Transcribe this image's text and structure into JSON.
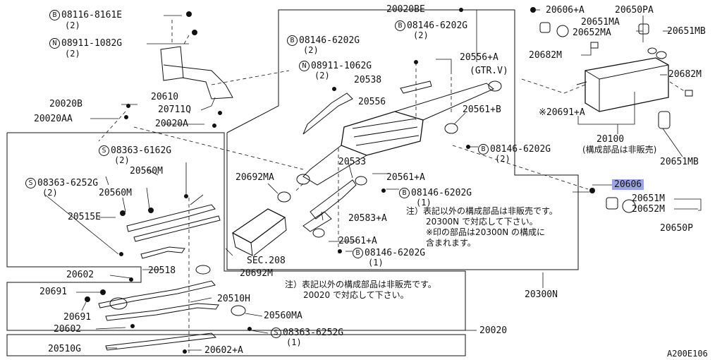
{
  "diagram_code": "A200E106",
  "labels": {
    "p08116": "08116-8161E",
    "p08116_q": "(2)",
    "p08911a": "08911-1082G",
    "p08911a_q": "(2)",
    "p20610": "20610",
    "p20711q": "20711Q",
    "p20020b": "20020B",
    "p20020aa": "20020AA",
    "p20020a": "20020A",
    "p20020be": "20020BE",
    "p08146a": "08146-6202G",
    "p08146a_q": "(2)",
    "p08911b": "08911-1062G",
    "p08911b_q": "(2)",
    "p20538": "20538",
    "p20556": "20556",
    "p08146b": "08146-6202G",
    "p08146b_q": "(2)",
    "p20556a": "20556+A",
    "p20556a_note": "(GTR.V)",
    "p20606a": "20606+A",
    "p20651ma_top": "20651MA",
    "p20650pa": "20650PA",
    "p20652ma_top": "20652MA",
    "p20651mb_top": "20651MB",
    "p20682m_a": "20682M",
    "p20682m_b": "20682M",
    "p20691a": "※20691+A",
    "p20561b": "20561+B",
    "p20100": "20100",
    "p20100_note": "(構成部品は非販売)",
    "p20651mb_bot": "20651MB",
    "p08146c": "08146-6202G",
    "p08146c_q": "(2)",
    "p08363a": "08363-6162G",
    "p08363a_q": "(2)",
    "p08363b": "08363-6252G",
    "p08363b_q": "(2)",
    "p20560m_a": "20560M",
    "p20560m_b": "20560M",
    "p20515e": "20515E",
    "p20692ma": "20692MA",
    "p20533": "20533",
    "p20561a_top": "20561+A",
    "p08146d": "08146-6202G",
    "p08146d_q": "(1)",
    "p20583a": "20583+A",
    "p20561a_bot": "20561+A",
    "p08146e": "08146-6202G",
    "p08146e_q": "(1)",
    "p20606": "20606",
    "p20651m": "20651M",
    "p20652m": "20652M",
    "p20650p": "20650P",
    "note1_l1": "注）表記以外の構成部品は非販売です。",
    "note1_l2": "20300N で対応して下さい。",
    "note1_l3": "※印の部品は20300N の構成に",
    "note1_l4": "含まれます。",
    "p20692m": "20692M",
    "psec208": "SEC.208",
    "p20300n": "20300N",
    "p20518": "20518",
    "p20602_a": "20602",
    "p20691_a": "20691",
    "p20691_b": "20691",
    "p20602_b": "20602",
    "p20510h": "20510H",
    "p20560ma": "20560MA",
    "p08363c": "08363-6252G",
    "p08363c_q": "(1)",
    "p20510g": "20510G",
    "p20602a": "20602+A",
    "p20020": "20020",
    "note2_l1": "注）表記以外の構成部品は非販売です。",
    "note2_l2": "20020 で対応して下さい。"
  },
  "prefix_symbols": {
    "bolt": "B",
    "nut": "N",
    "screw": "S"
  },
  "highlight_color": "#9aa3e6"
}
